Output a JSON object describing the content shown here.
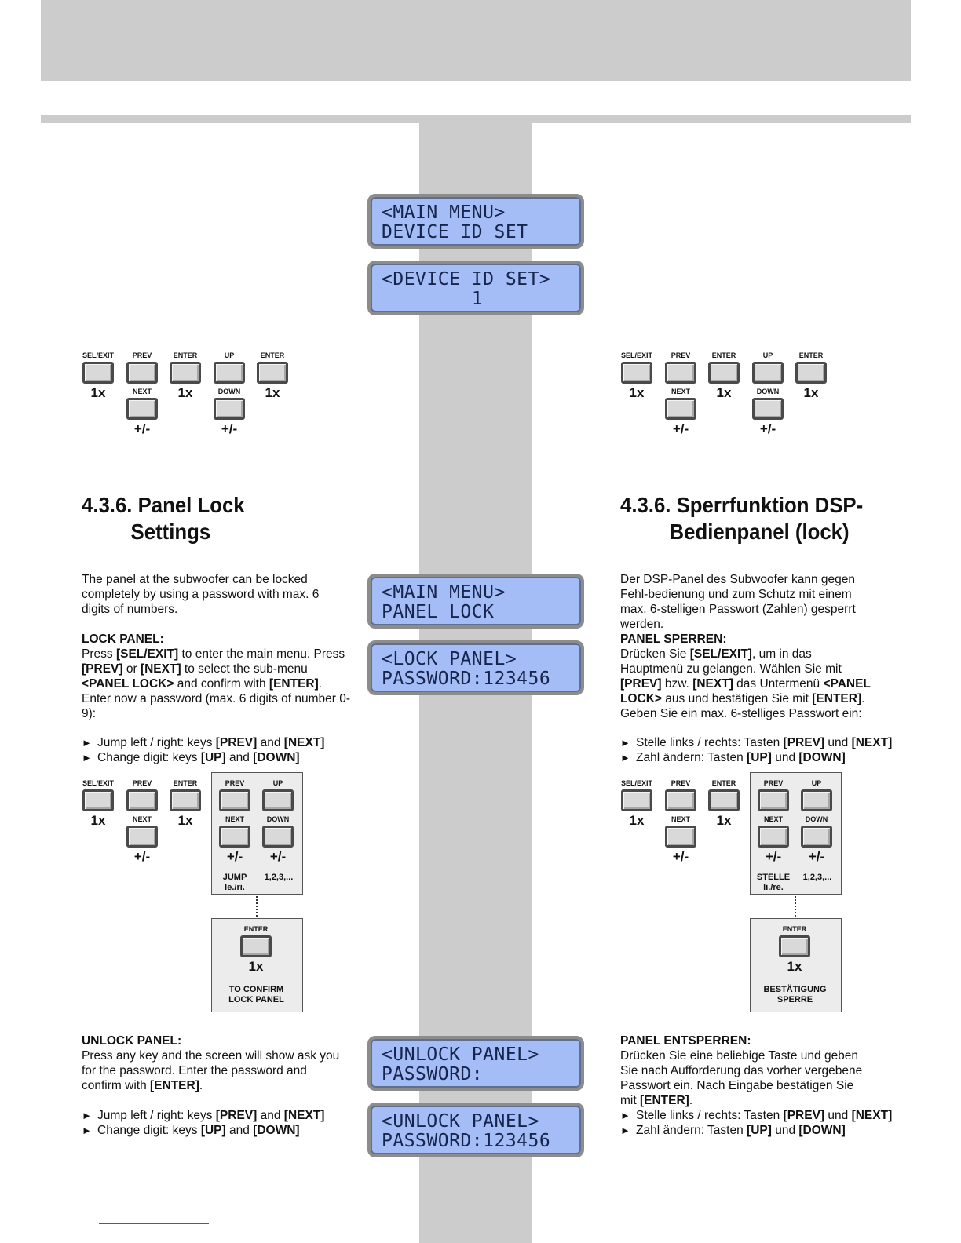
{
  "lcd_displays": [
    {
      "line1": "<MAIN MENU>",
      "line2": "DEVICE ID SET"
    },
    {
      "line1": "<DEVICE ID SET>",
      "line2": "        1"
    },
    {
      "line1": "<MAIN MENU>",
      "line2": "PANEL LOCK"
    },
    {
      "line1": "<LOCK PANEL>",
      "line2": "PASSWORD:123456"
    },
    {
      "line1": "<UNLOCK PANEL>",
      "line2": "PASSWORD:"
    },
    {
      "line1": "<UNLOCK PANEL>",
      "line2": "PASSWORD:123456"
    }
  ],
  "keys": {
    "sel_exit": "SEL/EXIT",
    "prev": "PREV",
    "enter": "ENTER",
    "up": "UP",
    "next": "NEXT",
    "down": "DOWN",
    "once": "1x",
    "plusminus": "+/-",
    "digits": "1,2,3,..."
  },
  "english": {
    "heading_line1": "4.3.6. Panel Lock",
    "heading_line2": "Settings",
    "intro": "The panel at the subwoofer can be locked completely by using a password with max. 6 digits of numbers.",
    "lock_title": "LOCK PANEL:",
    "lock_text": {
      "t1": "Press ",
      "k1": "[SEL/EXIT]",
      "t2": " to enter the main menu. Press ",
      "k2": "[PREV]",
      "t3": " or ",
      "k3": "[NEXT]",
      "t4": " to select the sub-menu ",
      "k4": "<PANEL LOCK>",
      "t5": " and confirm with ",
      "k5": "[ENTER]",
      "t6": ".",
      "t7": "Enter now a password (max. 6 digits of number 0-9):"
    },
    "bullet1": {
      "t": "Jump left / right: keys ",
      "k1": "[PREV]",
      "and": " and ",
      "k2": "[NEXT]"
    },
    "bullet2": {
      "t": "Change digit: keys ",
      "k1": "[UP]",
      "and": " and ",
      "k2": "[DOWN]"
    },
    "jump_caption_1": "JUMP",
    "jump_caption_2": "le./ri.",
    "confirm_caption_1": "TO CONFIRM",
    "confirm_caption_2": "LOCK PANEL",
    "unlock_title": "UNLOCK PANEL:",
    "unlock_text": {
      "t1": "Press any key and the screen will show ask you for the password. Enter the password and confirm with ",
      "k1": "[ENTER]",
      "t2": "."
    }
  },
  "german": {
    "heading_line1": "4.3.6. Sperrfunktion DSP-",
    "heading_line2": "Bedienpanel (lock)",
    "intro": "Der DSP-Panel des Subwoofer kann gegen Fehl-bedienung und zum Schutz mit einem max. 6-stelligen Passwort (Zahlen) gesperrt werden.",
    "lock_title": "PANEL SPERREN:",
    "lock_text": {
      "t1": "Drücken Sie ",
      "k1": "[SEL/EXIT]",
      "t2": ", um in das Hauptmenü zu gelangen. Wählen Sie mit ",
      "k2": "[PREV]",
      "t3": " bzw. ",
      "k3": "[NEXT]",
      "t4": " das Untermenü ",
      "k4": "<PANEL LOCK>",
      "t5": " aus und bestätigen Sie mit ",
      "k5": "[ENTER]",
      "t6": ". Geben Sie ein max. 6-stelliges Passwort ein:"
    },
    "bullet1": {
      "t": "Stelle links / rechts: Tasten ",
      "k1": "[PREV]",
      "and": " und ",
      "k2": "[NEXT]"
    },
    "bullet2": {
      "t": "Zahl ändern: Tasten ",
      "k1": "[UP]",
      "and": " und ",
      "k2": "[DOWN]"
    },
    "jump_caption_1": "STELLE",
    "jump_caption_2": "li./re.",
    "confirm_caption_1": "BESTÄTIGUNG",
    "confirm_caption_2": "SPERRE",
    "unlock_title": "PANEL ENTSPERREN:",
    "unlock_text": {
      "t1": "Drücken Sie eine beliebige Taste und geben Sie nach Aufforderung das vorher vergebene Passwort ein. Nach Eingabe bestätigen Sie mit ",
      "k1": "[ENTER]",
      "t2": "."
    }
  },
  "bullet_marker": "►"
}
